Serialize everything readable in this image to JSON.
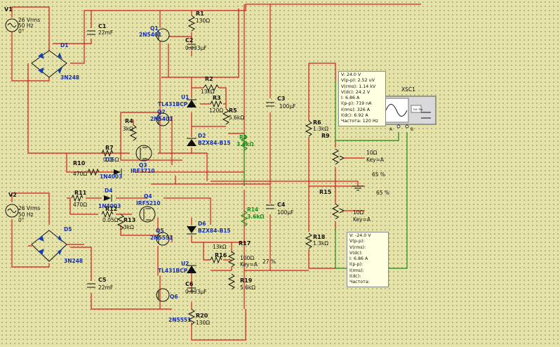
{
  "sources": {
    "v1": {
      "ref": "V1",
      "rms": "26 Vrms",
      "freq": "50 Hz",
      "phase": "0°"
    },
    "v2": {
      "ref": "V2",
      "rms": "26 Vrms",
      "freq": "50 Hz",
      "phase": "0°"
    }
  },
  "bridges": {
    "d1": {
      "ref": "D1",
      "part": "3N248"
    },
    "d5": {
      "ref": "D5",
      "part": "3N248"
    }
  },
  "capacitors": {
    "c1": {
      "ref": "C1",
      "value": "22mF"
    },
    "c2": {
      "ref": "C2",
      "value": "0.033µF"
    },
    "c3": {
      "ref": "C3",
      "value": "100µF"
    },
    "c4": {
      "ref": "C4",
      "value": "100µF"
    },
    "c5": {
      "ref": "C5",
      "value": "22mF"
    },
    "c6": {
      "ref": "C6",
      "value": "0.033µF"
    }
  },
  "resistors": {
    "r1": {
      "ref": "R1",
      "value": "130Ω"
    },
    "r2": {
      "ref": "R2",
      "value": "13kΩ"
    },
    "r3": {
      "ref": "R3",
      "value": "120Ω"
    },
    "r4": {
      "ref": "R4",
      "value": "3kΩ"
    },
    "r5": {
      "ref": "R5",
      "value": "5.6kΩ"
    },
    "r6": {
      "ref": "R6",
      "value": "1.3kΩ"
    },
    "r7": {
      "ref": "R7",
      "value": "0.05Ω"
    },
    "r8": {
      "ref": "R8",
      "value": "3.6kΩ"
    },
    "r10": {
      "ref": "R10",
      "value": "470Ω"
    },
    "r11": {
      "ref": "R11",
      "value": "470Ω"
    },
    "r12": {
      "ref": "R12",
      "value": "0.05Ω"
    },
    "r13": {
      "ref": "R13",
      "value": "3kΩ"
    },
    "r14": {
      "ref": "R14",
      "value": "3.6kΩ"
    },
    "r16": {
      "ref": "R16",
      "value": "13kΩ"
    },
    "r18": {
      "ref": "R18",
      "value": "1.3kΩ"
    },
    "r19": {
      "ref": "R19",
      "value": "5.6kΩ"
    },
    "r20": {
      "ref": "R20",
      "value": "130Ω"
    }
  },
  "pots": {
    "r9": {
      "ref": "R9",
      "value": "10Ω",
      "key": "Key=A",
      "pct": "65 %"
    },
    "r15": {
      "ref": "R15",
      "value": "10Ω",
      "key": "Key=A",
      "pct": "65 %"
    },
    "r17": {
      "ref": "R17",
      "value": "100Ω",
      "key": "Key=A",
      "pct": "27 %"
    }
  },
  "transistors": {
    "q1": {
      "ref": "Q1",
      "part": "2N5401"
    },
    "q2": {
      "ref": "Q2",
      "part": "2N5401"
    },
    "q3": {
      "ref": "Q3",
      "part": "IRF3710"
    },
    "q4": {
      "ref": "Q4",
      "part": "IRF5210"
    },
    "q5": {
      "ref": "Q5",
      "part": "2N5551"
    },
    "q6": {
      "ref": "Q6",
      "part": "2N5551"
    }
  },
  "diodes": {
    "d2": {
      "ref": "D2",
      "part": "BZX84-B15"
    },
    "d3": {
      "ref": "D3",
      "part": "1N4003"
    },
    "d4": {
      "ref": "D4",
      "part": "1N4003"
    },
    "d6": {
      "ref": "D6",
      "part": "BZX84-B15"
    }
  },
  "regulators": {
    "u1": {
      "ref": "U1",
      "part": "TL431BCP"
    },
    "u2": {
      "ref": "U2",
      "part": "TL431BCP"
    }
  },
  "scope": {
    "ref": "XSC1",
    "ext_label": "Ext Trig",
    "a_label": "A",
    "b_label": "B"
  },
  "probe_top": {
    "lines": [
      "V: 24.0 V",
      "V(p-p): 2.52 uV",
      "V(rms): 1.14 kV",
      "V(dc): 24.2 V",
      "I: 6.86 A",
      "I(p-p): 719 nA",
      "I(rms): 326 A",
      "I(dc): 6.92 A",
      "Частота: 120 Hz"
    ]
  },
  "probe_bottom": {
    "lines": [
      "V: -24.0 V",
      "V(p-p):",
      "V(rms):",
      "V(dc):",
      "I: 6.86 A",
      "I(p-p):",
      "I(rms):",
      "I(dc):",
      "Частота:"
    ]
  },
  "colors": {
    "wire": "#d81b1b",
    "probe_wire": "#1d8f1d",
    "part_label": "#1530b0",
    "background": "#e6e3a8"
  }
}
